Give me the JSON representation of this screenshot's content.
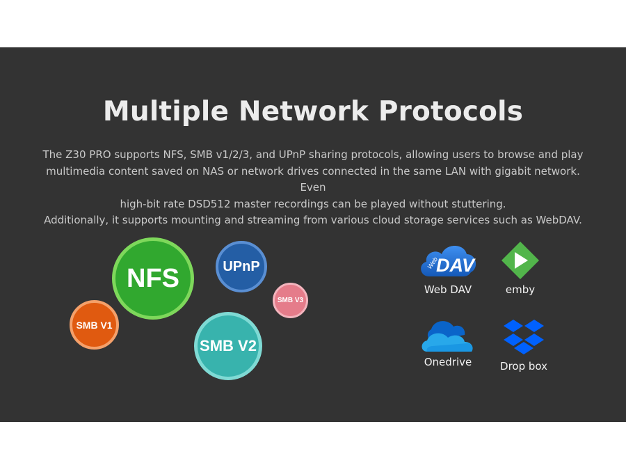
{
  "title": "Multiple Network Protocols",
  "description": [
    "The Z30 PRO supports NFS, SMB v1/2/3, and UPnP sharing protocols, allowing users to browse and play",
    "multimedia content saved on NAS or network drives connected in the same LAN with gigabit network. Even",
    "high-bit rate DSD512 master recordings can be played without stuttering.",
    "Additionally, it supports mounting and streaming from various cloud storage services such as WebDAV."
  ],
  "protocols": {
    "nfs": "NFS",
    "upnp": "UPnP",
    "smb3": "SMB V3",
    "smb1": "SMB V1",
    "smb2": "SMB V2"
  },
  "services": {
    "webdav": {
      "label": "Web DAV",
      "icon": "webdav-cloud-icon",
      "logo_text": "DAV",
      "logo_small": "Web"
    },
    "emby": {
      "label": "emby",
      "icon": "emby-play-icon"
    },
    "onedrive": {
      "label": "Onedrive",
      "icon": "onedrive-cloud-icon"
    },
    "dropbox": {
      "label": "Drop box",
      "icon": "dropbox-box-icon"
    }
  },
  "colors": {
    "panel": "#333333",
    "nfs": "#31a82f",
    "upnp": "#245ea5",
    "smb3": "#e57c8a",
    "smb1": "#e05a10",
    "smb2": "#38b3ad",
    "webdav": "#1f6fd1",
    "emby": "#52b54b",
    "onedrive": "#0f78d4",
    "dropbox": "#0061fe"
  }
}
